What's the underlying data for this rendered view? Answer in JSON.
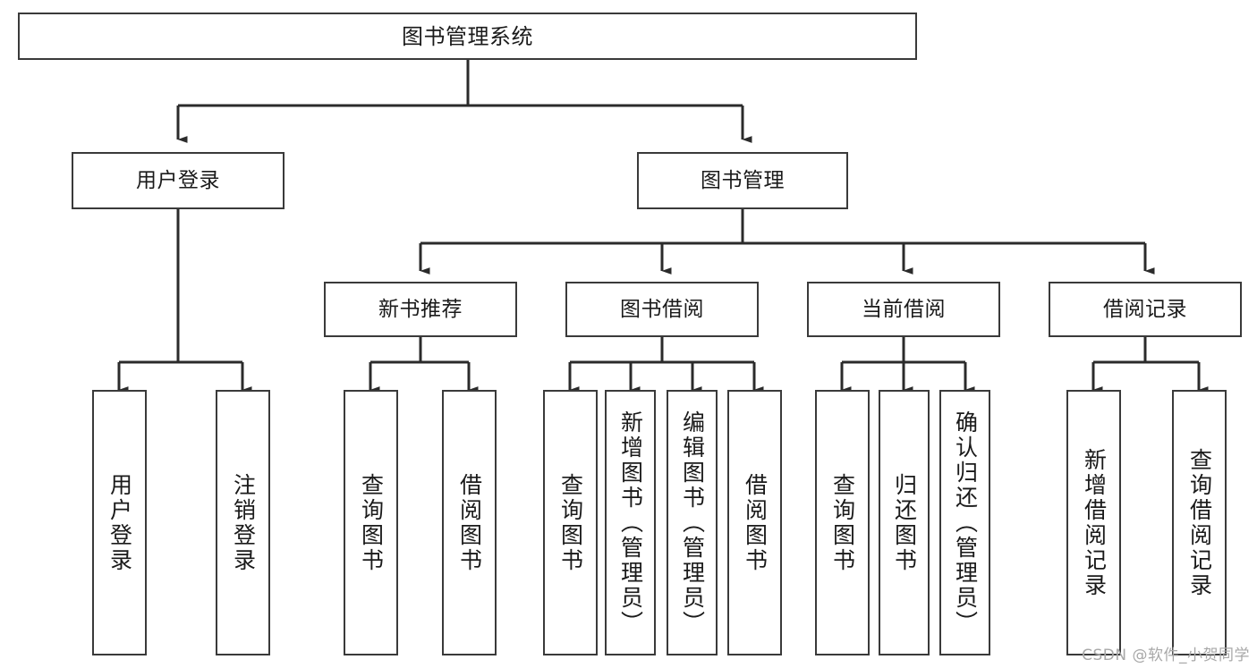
{
  "diagram": {
    "type": "tree",
    "title": "图书管理系统",
    "orientation": "top-down",
    "colors": {
      "box_border": "#3a3a3a",
      "box_fill": "#ffffff",
      "connector": "#2b2b2b",
      "text": "#1a1a1a",
      "watermark": "#a8a8a8"
    }
  },
  "root": {
    "label": "图书管理系统"
  },
  "level2": [
    {
      "label": "用户登录"
    },
    {
      "label": "图书管理"
    }
  ],
  "level3": [
    {
      "label": "新书推荐"
    },
    {
      "label": "图书借阅"
    },
    {
      "label": "当前借阅"
    },
    {
      "label": "借阅记录"
    }
  ],
  "leaves": {
    "user_login": [
      {
        "label": "用户登录"
      },
      {
        "label": "注销登录"
      }
    ],
    "new_book_recommend": [
      {
        "label": "查询图书"
      },
      {
        "label": "借阅图书"
      }
    ],
    "book_borrow": [
      {
        "label": "查询图书"
      },
      {
        "label": "新增图书（管理员）"
      },
      {
        "label": "编辑图书（管理员）"
      },
      {
        "label": "借阅图书"
      }
    ],
    "current_borrow": [
      {
        "label": "查询图书"
      },
      {
        "label": "归还图书"
      },
      {
        "label": "确认归还（管理员）"
      }
    ],
    "borrow_record": [
      {
        "label": "新增借阅记录"
      },
      {
        "label": "查询借阅记录"
      }
    ]
  },
  "watermark": {
    "text": "CSDN @软件_小贺同学"
  }
}
